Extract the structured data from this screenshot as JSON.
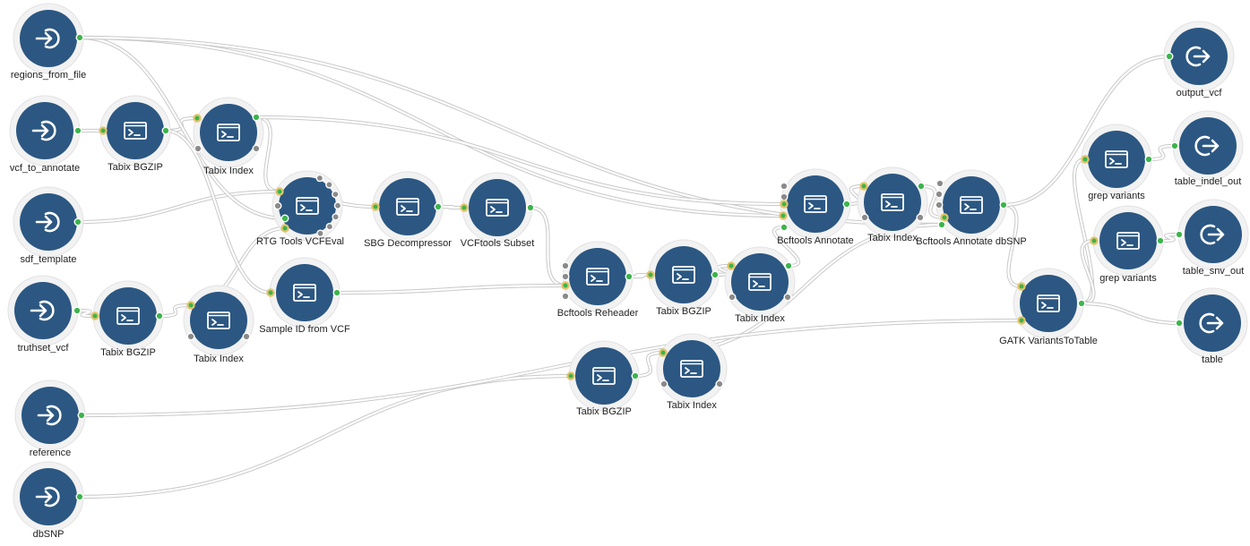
{
  "workflow": {
    "inputs": [
      {
        "id": "regions_from_file",
        "label": "regions_from_file"
      },
      {
        "id": "vcf_to_annotate",
        "label": "vcf_to_annotate"
      },
      {
        "id": "sdf_template",
        "label": "sdf_template"
      },
      {
        "id": "truthset_vcf",
        "label": "truthset_vcf"
      },
      {
        "id": "reference",
        "label": "reference"
      },
      {
        "id": "dbSNP",
        "label": "dbSNP"
      }
    ],
    "tools": [
      {
        "id": "tabix_bgzip_1",
        "label": "Tabix BGZIP"
      },
      {
        "id": "tabix_index_1",
        "label": "Tabix Index"
      },
      {
        "id": "rtg_vcfeval",
        "label": "RTG Tools VCFEval"
      },
      {
        "id": "sbg_decompressor",
        "label": "SBG Decompressor"
      },
      {
        "id": "vcftools_subset",
        "label": "VCFtools Subset"
      },
      {
        "id": "tabix_bgzip_2",
        "label": "Tabix BGZIP"
      },
      {
        "id": "tabix_index_2",
        "label": "Tabix Index"
      },
      {
        "id": "sample_id_from_vcf",
        "label": "Sample ID from VCF"
      },
      {
        "id": "bcftools_reheader",
        "label": "Bcftools Reheader"
      },
      {
        "id": "tabix_bgzip_3",
        "label": "Tabix BGZIP"
      },
      {
        "id": "tabix_index_3",
        "label": "Tabix Index"
      },
      {
        "id": "bcftools_annotate",
        "label": "Bcftools Annotate"
      },
      {
        "id": "tabix_index_4",
        "label": "Tabix Index"
      },
      {
        "id": "bcftools_annotate_dbsnp",
        "label": "Bcftools Annotate dbSNP"
      },
      {
        "id": "tabix_bgzip_4",
        "label": "Tabix BGZIP"
      },
      {
        "id": "tabix_index_5",
        "label": "Tabix Index"
      },
      {
        "id": "gatk_variantstotable",
        "label": "GATK VariantsToTable"
      },
      {
        "id": "grep_variants_1",
        "label": "grep variants"
      },
      {
        "id": "grep_variants_2",
        "label": "grep variants"
      }
    ],
    "outputs": [
      {
        "id": "output_vcf",
        "label": "output_vcf"
      },
      {
        "id": "table_indel_out",
        "label": "table_indel_out"
      },
      {
        "id": "table_snv_out",
        "label": "table_snv_out"
      },
      {
        "id": "table",
        "label": "table"
      }
    ],
    "icons": {
      "input": "input-arrow-icon",
      "tool": "terminal-icon",
      "output": "output-arrow-icon"
    },
    "colors": {
      "node": "#2b5782",
      "port_connected": "#3cb44b",
      "port_required": "#e3c36a",
      "port_unconnected": "#8a8a8a"
    }
  }
}
